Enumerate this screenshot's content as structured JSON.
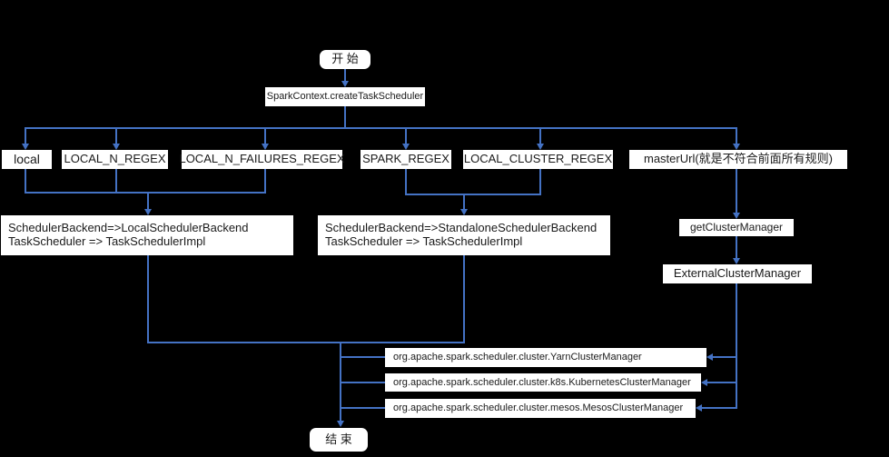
{
  "colors": {
    "background": "#000000",
    "connector": "#4472C4",
    "node_background": "#ffffff",
    "node_text": "#1a1a1a"
  },
  "nodes": {
    "start": "开 始",
    "create_task_scheduler": "SparkContext.createTaskScheduler",
    "local": "local",
    "local_n_regex": "LOCAL_N_REGEX",
    "local_n_failures_regex": "LOCAL_N_FAILURES_REGEX",
    "spark_regex": "SPARK_REGEX",
    "local_cluster_regex": "LOCAL_CLUSTER_REGEX",
    "master_url": "masterUrl(就是不符合前面所有规则)",
    "local_backend": {
      "line1": "SchedulerBackend=>LocalSchedulerBackend",
      "line2": "TaskScheduler => TaskSchedulerImpl"
    },
    "standalone_backend": {
      "line1": "SchedulerBackend=>StandaloneSchedulerBackend",
      "line2": "TaskScheduler => TaskSchedulerImpl"
    },
    "get_cluster_manager": "getClusterManager",
    "external_cluster_manager": "ExternalClusterManager",
    "yarn_cluster_manager": "org.apache.spark.scheduler.cluster.YarnClusterManager",
    "kubernetes_cluster_manager": "org.apache.spark.scheduler.cluster.k8s.KubernetesClusterManager",
    "mesos_cluster_manager": "org.apache.spark.scheduler.cluster.mesos.MesosClusterManager",
    "end": "结 束"
  }
}
